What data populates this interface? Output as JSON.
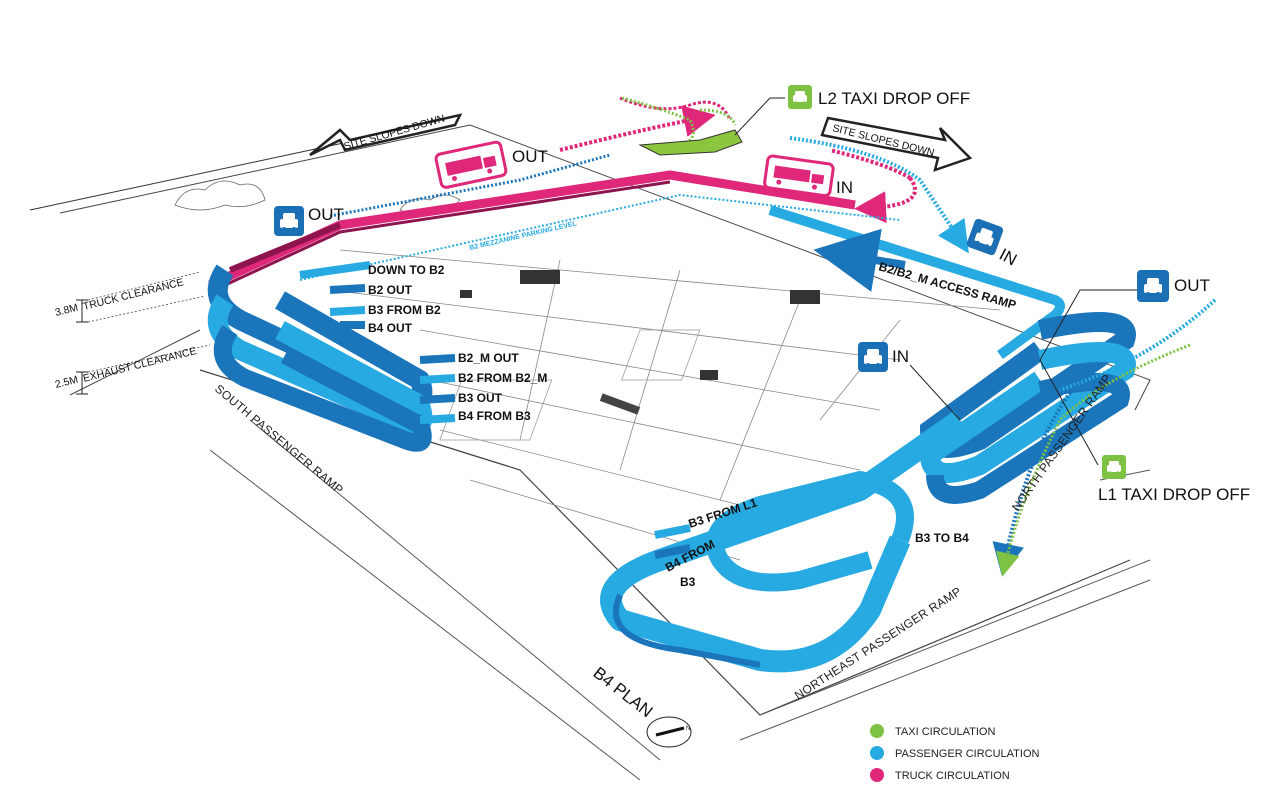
{
  "colors": {
    "taxi": "#7dc242",
    "passenger": "#27aae1",
    "passenger_dark": "#1b75bb",
    "truck": "#e0287a",
    "truck_dark": "#8e1450",
    "icon_blue": "#1b6fb5"
  },
  "labels": {
    "l2_taxi_drop_off": "L2 TAXI DROP OFF",
    "l1_taxi_drop_off": "L1 TAXI DROP OFF",
    "site_slopes_down_left": "SITE SLOPES DOWN",
    "site_slopes_down_right": "SITE SLOPES DOWN",
    "truck_out": "OUT",
    "truck_in": "IN",
    "car_out_left": "OUT",
    "car_in_top_right": "IN",
    "car_out_right": "OUT",
    "car_in_center": "IN",
    "b2_mezzanine": "B2 MEZZANINE PARKING LEVEL",
    "b2_access_ramp": "B2/B2_M ACCESS RAMP",
    "down_to_b2": "DOWN TO B2",
    "b2_out": "B2 OUT",
    "b3_from_b2": "B3 FROM B2",
    "b4_out": "B4 OUT",
    "b2m_out": "B2_M OUT",
    "b2_from_b2m": "B2 FROM B2_M",
    "b3_out": "B3 OUT",
    "b4_from_b3": "B4 FROM B3",
    "b3_from_l1": "B3 FROM L1",
    "b4_from_b3_lower_1": "B4 FROM",
    "b4_from_b3_lower_2": "B3",
    "b3_to_b4": "B3 TO B4",
    "truck_clearance": "TRUCK CLEARANCE",
    "truck_clearance_value": "3.8M",
    "exhaust_clearance": "EXHAUST CLEARANCE",
    "exhaust_clearance_value": "2.5M",
    "south_ramp": "SOUTH PASSENGER RAMP",
    "northeast_ramp": "NORTHEAST PASSENGER RAMP",
    "north_ramp": "NORTH PASSENGER RAMP",
    "plan_title": "B4 PLAN",
    "north_letter": "N"
  },
  "legend": [
    {
      "label": "TAXI CIRCULATION",
      "color": "#7dc242"
    },
    {
      "label": "PASSENGER CIRCULATION",
      "color": "#27aae1"
    },
    {
      "label": "TRUCK CIRCULATION",
      "color": "#e0287a"
    }
  ],
  "icons": [
    "car-icon",
    "truck-icon",
    "taxi-icon",
    "north-arrow-icon"
  ]
}
